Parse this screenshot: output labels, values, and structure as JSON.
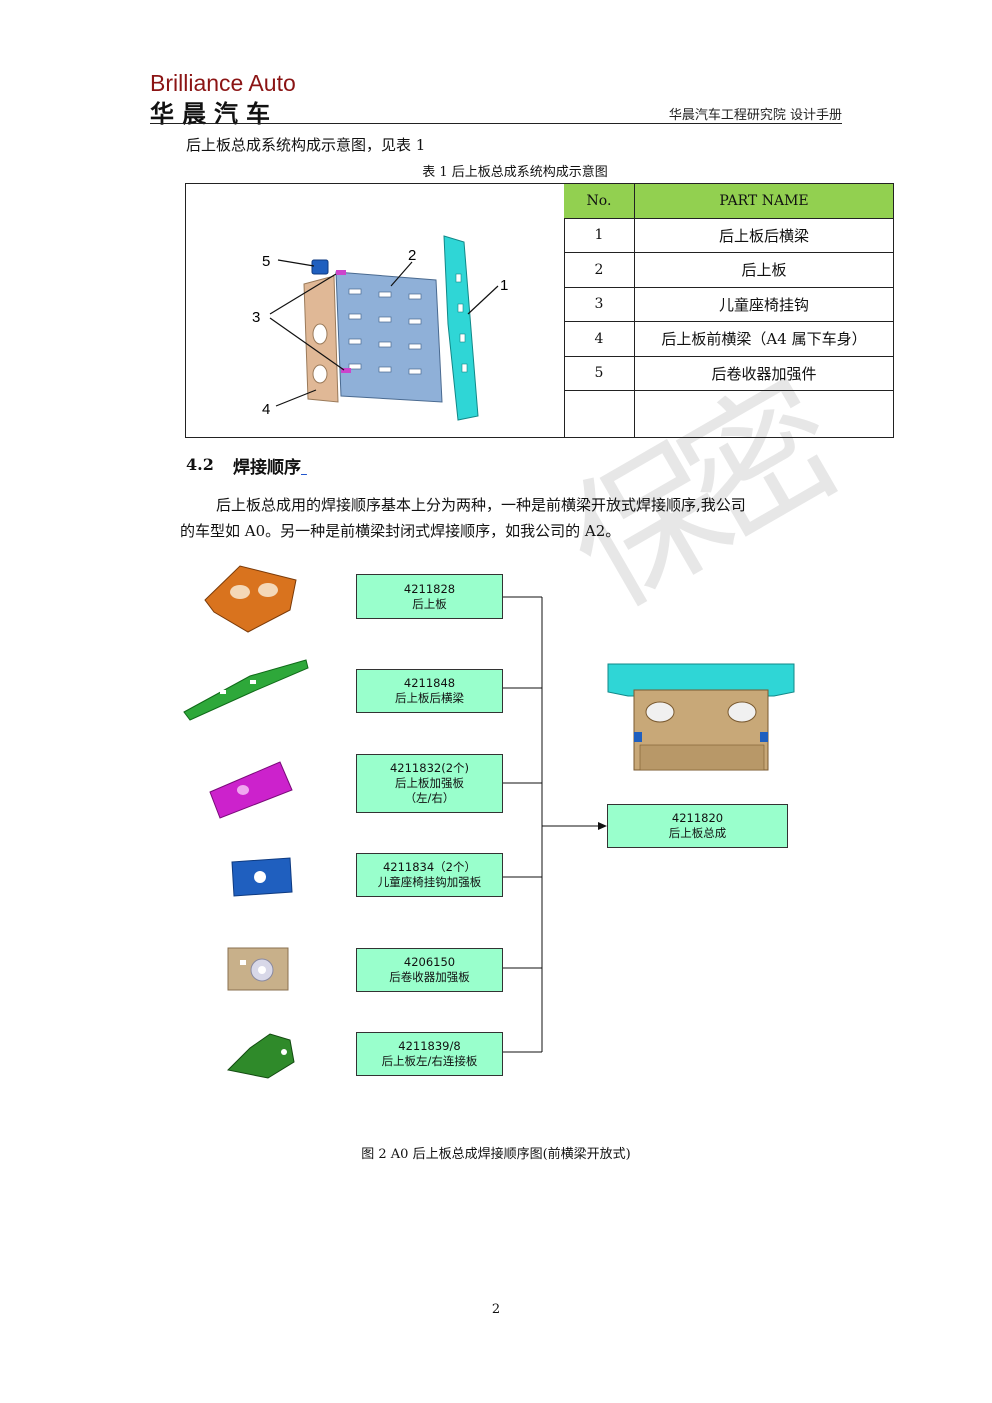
{
  "header": {
    "brand_en": "Brilliance Auto",
    "brand_cn": "华晨汽车",
    "right_title": "华晨汽车工程研究院 设计手册"
  },
  "intro_text": "后上板总成系统构成示意图，见表 1",
  "table1": {
    "caption": "表 1 后上板总成系统构成示意图",
    "head_no": "No.",
    "head_name": "PART  NAME",
    "rows": [
      {
        "no": "1",
        "name": "后上板后横梁"
      },
      {
        "no": "2",
        "name": "后上板"
      },
      {
        "no": "3",
        "name": "儿童座椅挂钩"
      },
      {
        "no": "4",
        "name": "后上板前横梁（A4 属下车身）"
      },
      {
        "no": "5",
        "name": "后卷收器加强件"
      },
      {
        "no": "",
        "name": ""
      }
    ],
    "callouts": [
      "1",
      "2",
      "3",
      "4",
      "5"
    ]
  },
  "section": {
    "number": "4.2",
    "title": "焊接顺序"
  },
  "paragraph_line1": "后上板总成用的焊接顺序基本上分为两种，一种是前横梁开放式焊接顺序,我公司",
  "paragraph_line2": "的车型如 A0。另一种是前横梁封闭式焊接顺序，如我公司的 A2。",
  "watermark": "保密",
  "flow": {
    "parts": [
      {
        "code": "4211828",
        "name": "后上板",
        "extra": ""
      },
      {
        "code": "4211848",
        "name": "后上板后横梁",
        "extra": ""
      },
      {
        "code": "4211832(2个)",
        "name": "后上板加强板",
        "extra": "（左/右）"
      },
      {
        "code": "4211834（2个）",
        "name": "儿童座椅挂钩加强板",
        "extra": ""
      },
      {
        "code": "4206150",
        "name": "后卷收器加强板",
        "extra": ""
      },
      {
        "code": "4211839/8",
        "name": "后上板左/右连接板",
        "extra": ""
      }
    ],
    "result": {
      "code": "4211820",
      "name": "后上板总成"
    },
    "box_color": "#99ffcc"
  },
  "figure_caption": "图 2  A0 后上板总成焊接顺序图(前横梁开放式)",
  "page_number": "2",
  "colors": {
    "brand_red": "#8b1414",
    "table_header_green": "#92d050",
    "part_orange": "#d9731e",
    "part_green": "#2ea83a",
    "part_magenta": "#cc22cc",
    "part_blue": "#1f5fbf",
    "part_beige": "#c8b08a",
    "part_cyan": "#22cccc"
  }
}
